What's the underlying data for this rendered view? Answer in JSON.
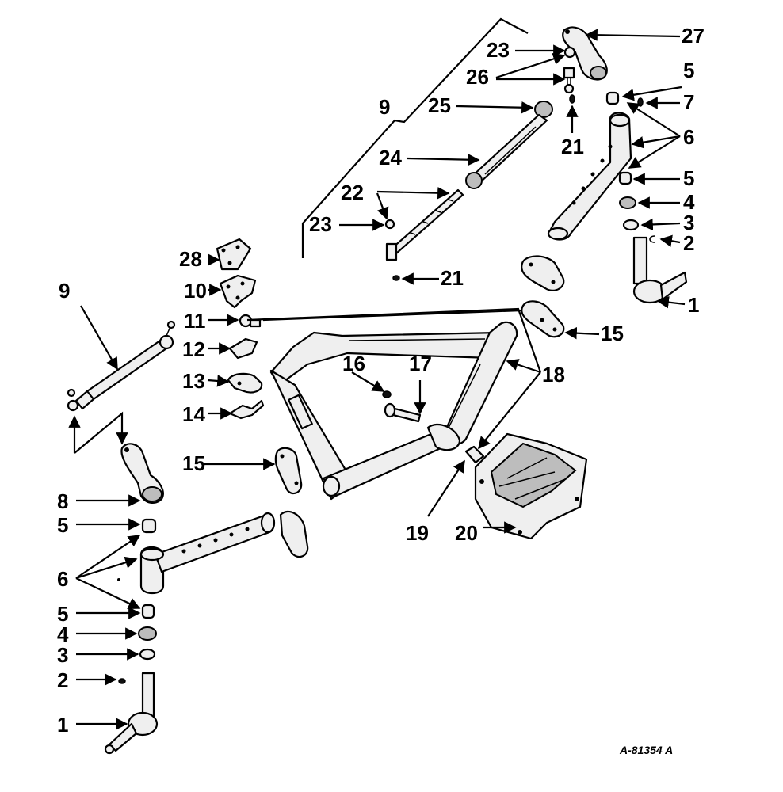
{
  "figure_id": "A-81354 A",
  "callouts": {
    "n1a": "1",
    "n1b": "1",
    "n2a": "2",
    "n2b": "2",
    "n3a": "3",
    "n3b": "3",
    "n4a": "4",
    "n4b": "4",
    "n5a": "5",
    "n5b": "5",
    "n5c": "5",
    "n5d": "5",
    "n6a": "6",
    "n6b": "6",
    "n7": "7",
    "n8": "8",
    "n9a": "9",
    "n9b": "9",
    "n10": "10",
    "n11": "11",
    "n12": "12",
    "n13": "13",
    "n14": "14",
    "n15a": "15",
    "n15b": "15",
    "n16": "16",
    "n17": "17",
    "n18": "18",
    "n19": "19",
    "n20": "20",
    "n21a": "21",
    "n21b": "21",
    "n22": "22",
    "n23a": "23",
    "n23b": "23",
    "n24": "24",
    "n25": "25",
    "n26": "26",
    "n27": "27",
    "n28": "28"
  }
}
